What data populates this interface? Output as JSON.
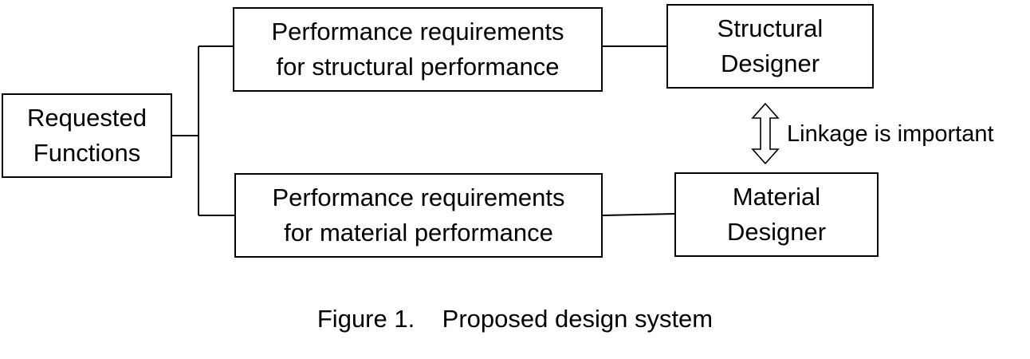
{
  "nodes": {
    "requested_functions": {
      "line1": "Requested",
      "line2": "Functions"
    },
    "structural_requirements": {
      "line1": "Performance requirements",
      "line2": "for structural performance"
    },
    "material_requirements": {
      "line1": "Performance requirements",
      "line2": "for material performance"
    },
    "structural_designer": {
      "line1": "Structural",
      "line2": "Designer"
    },
    "material_designer": {
      "line1": "Material",
      "line2": "Designer"
    }
  },
  "linkage_label": "Linkage is important",
  "caption": "Figure 1.    Proposed design system"
}
